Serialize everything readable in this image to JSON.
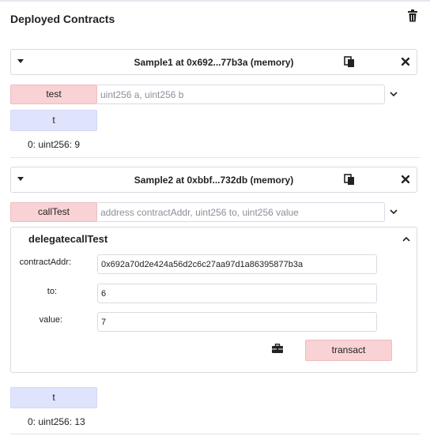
{
  "header": {
    "title": "Deployed Contracts",
    "trash_icon": "trash-icon"
  },
  "instances": [
    {
      "title": "Sample1 at 0x692...77b3a (memory)",
      "functions": [
        {
          "label": "test",
          "placeholder": "uint256 a, uint256 b",
          "kind": "transact"
        },
        {
          "label": "t",
          "kind": "call"
        }
      ],
      "result": "0: uint256: 9"
    },
    {
      "title": "Sample2 at 0xbbf...732db (memory)",
      "functions": [
        {
          "label": "callTest",
          "placeholder": "address contractAddr, uint256 to, uint256 value",
          "kind": "transact"
        }
      ],
      "expanded_function": {
        "name": "delegatecallTest",
        "params": [
          {
            "label": "contractAddr:",
            "value": "0x692a70d2e424a56d2c6c27aa97d1a86395877b3a"
          },
          {
            "label": "to:",
            "value": "6"
          },
          {
            "label": "value:",
            "value": "7"
          }
        ],
        "action_label": "transact"
      },
      "call_function": {
        "label": "t"
      },
      "result": "0: uint256: 13"
    }
  ],
  "colors": {
    "transact_bg": "#f8d2d4",
    "call_bg": "#dfe3fb",
    "border": "#d8dbe3"
  }
}
